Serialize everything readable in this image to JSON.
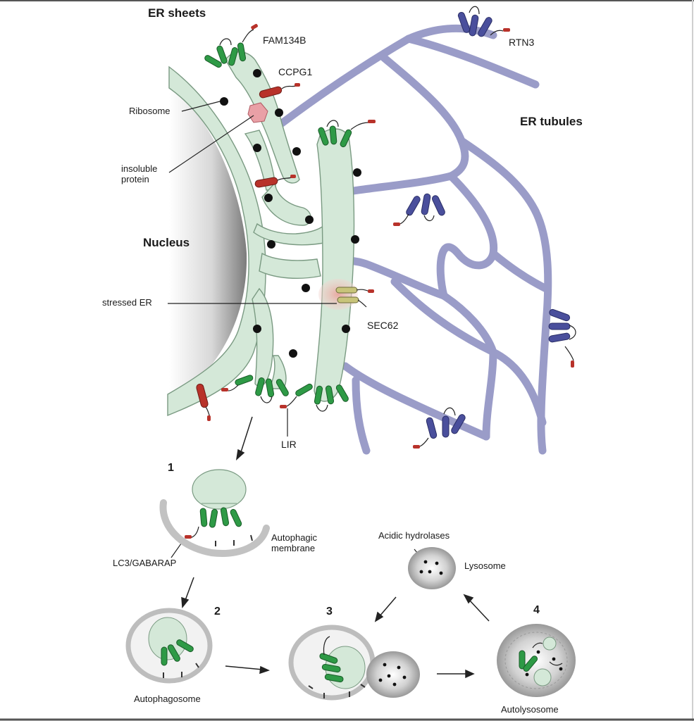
{
  "labels": {
    "er_sheets": "ER sheets",
    "fam134b": "FAM134B",
    "ccpg1": "CCPG1",
    "rtn3": "RTN3",
    "er_tubules": "ER tubules",
    "ribosome": "Ribosome",
    "insoluble_protein": "insoluble\nprotein",
    "nucleus": "Nucleus",
    "stressed_er": "stressed ER",
    "sec62": "SEC62",
    "lir": "LIR",
    "lc3_gabarap": "LC3/GABARAP",
    "autophagic_membrane": "Autophagic\nmembrane",
    "acidic_hydrolases": "Acidic hydrolases",
    "lysosome": "Lysosome",
    "autophagosome": "Autophagosome",
    "autolysosome": "Autolysosome"
  },
  "steps": [
    "1",
    "2",
    "3",
    "4"
  ],
  "colors": {
    "er_fill": "#d4e8d8",
    "er_stroke": "#7a9a82",
    "tubule": "#9a9cc8",
    "receptor_green": "#2e9a46",
    "receptor_red": "#b8322a",
    "receptor_blue": "#4a4f9c",
    "sec62": "#c8c47a",
    "ribosome": "#111111"
  }
}
